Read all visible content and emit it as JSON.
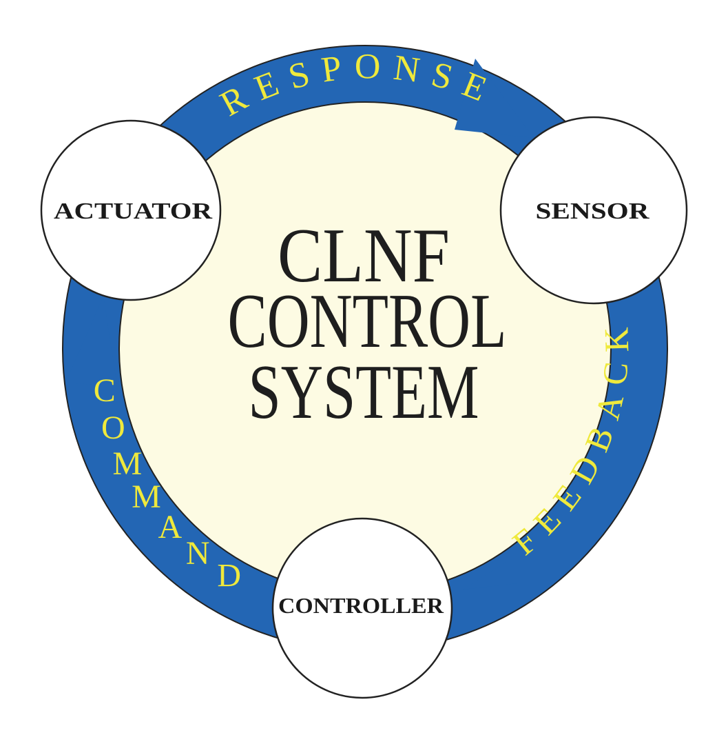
{
  "colors": {
    "ring": "#2366b4",
    "ring_text": "#efe93c",
    "inner": "#fdfbe3",
    "node": "#ffffff"
  },
  "title": {
    "line1": "CLNF",
    "line2": "CONTROL",
    "line3": "SYSTEM"
  },
  "nodes": {
    "actuator": "ACTUATOR",
    "sensor": "SENSOR",
    "controller": "CONTROLLER"
  },
  "arcs": {
    "response": "RESPONSE",
    "feedback": "FEEDBACK",
    "command": "COMMAND"
  }
}
